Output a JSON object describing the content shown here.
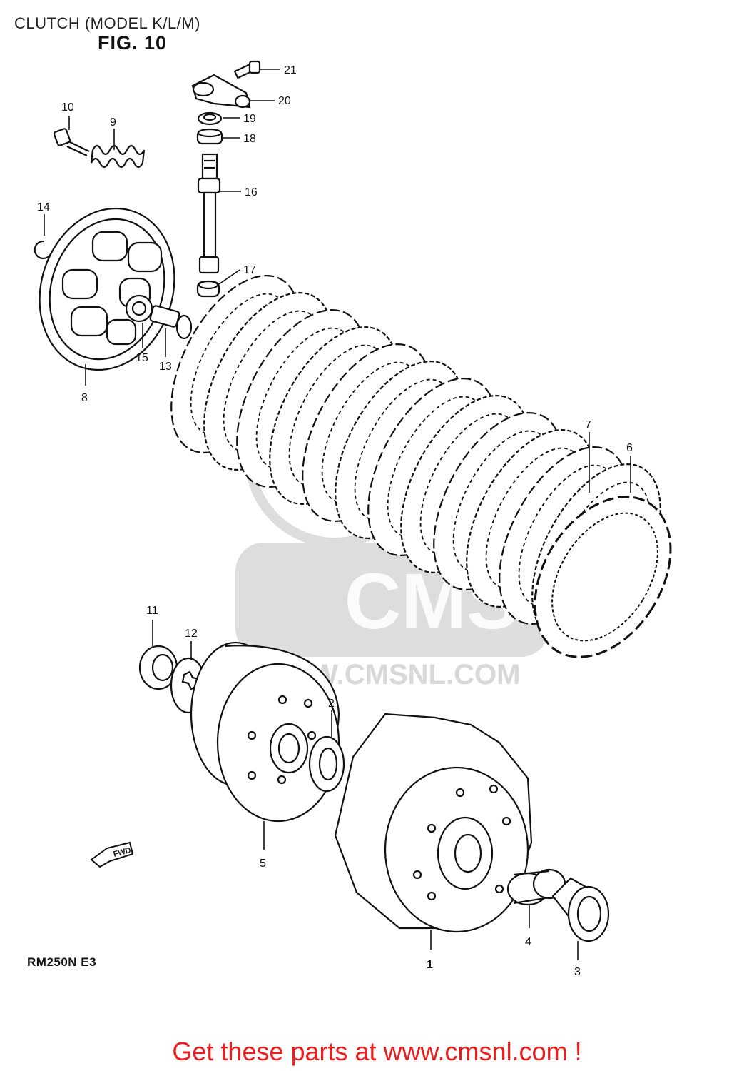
{
  "header": {
    "title": "CLUTCH (MODEL K/L/M)",
    "figure": "FIG. 10"
  },
  "callouts": [
    {
      "n": "1",
      "part": "clutch-housing"
    },
    {
      "n": "2",
      "part": "washer"
    },
    {
      "n": "3",
      "part": "spacer"
    },
    {
      "n": "4",
      "part": "needle-bearing"
    },
    {
      "n": "5",
      "part": "clutch-sleeve-hub"
    },
    {
      "n": "6",
      "part": "drive-plate"
    },
    {
      "n": "7",
      "part": "driven-plate"
    },
    {
      "n": "8",
      "part": "pressure-plate"
    },
    {
      "n": "9",
      "part": "clutch-spring"
    },
    {
      "n": "10",
      "part": "bolt"
    },
    {
      "n": "11",
      "part": "nut"
    },
    {
      "n": "12",
      "part": "lock-washer"
    },
    {
      "n": "13",
      "part": "push-piece"
    },
    {
      "n": "14",
      "part": "circlip"
    },
    {
      "n": "15",
      "part": "bearing"
    },
    {
      "n": "16",
      "part": "release-shaft"
    },
    {
      "n": "17",
      "part": "oil-seal"
    },
    {
      "n": "18",
      "part": "bearing"
    },
    {
      "n": "19",
      "part": "oil-seal"
    },
    {
      "n": "20",
      "part": "release-lever"
    },
    {
      "n": "21",
      "part": "bolt"
    }
  ],
  "fwd_label": "FWD",
  "model_code": "RM250N E3",
  "watermark": {
    "logo": "CMS",
    "url": "WWW.CMSNL.COM"
  },
  "footer": {
    "text": "Get these parts at www.cmsnl.com !",
    "color": "#ee1c1c"
  }
}
